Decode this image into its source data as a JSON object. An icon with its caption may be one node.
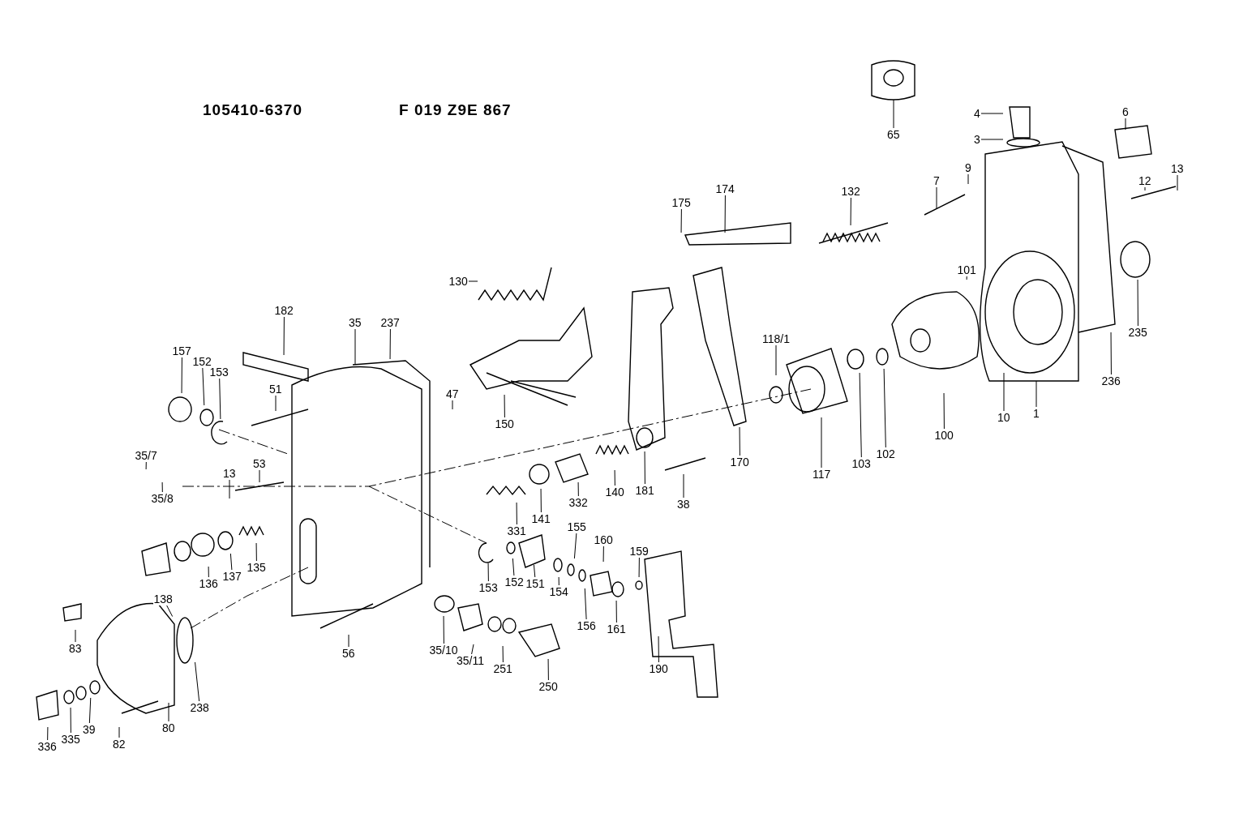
{
  "diagram": {
    "nodes": [
      {
        "text": [
          "65"
        ]
      },
      {
        "text": [
          "4"
        ]
      },
      {
        "text": [
          "3"
        ]
      },
      {
        "text": [
          "6"
        ]
      },
      {
        "text": [
          "7"
        ]
      },
      {
        "text": [
          "9"
        ]
      },
      {
        "text": [
          "12"
        ]
      },
      {
        "text": [
          "13"
        ]
      },
      {
        "text": [
          "175"
        ]
      },
      {
        "text": [
          "174"
        ]
      },
      {
        "text": [
          "132"
        ]
      },
      {
        "text": [
          "130"
        ]
      },
      {
        "text": [
          "101"
        ]
      },
      {
        "text": [
          "235"
        ]
      },
      {
        "text": [
          "236"
        ]
      },
      {
        "text": [
          "10"
        ]
      },
      {
        "text": [
          "1"
        ]
      },
      {
        "text": [
          "100"
        ]
      },
      {
        "text": [
          "102"
        ]
      },
      {
        "text": [
          "103"
        ]
      },
      {
        "text": [
          "117"
        ]
      },
      {
        "text": [
          "118/1"
        ]
      },
      {
        "text": [
          "170"
        ]
      },
      {
        "text": [
          "181"
        ]
      },
      {
        "text": [
          "38"
        ]
      },
      {
        "text": [
          "140"
        ]
      },
      {
        "text": [
          "332"
        ]
      },
      {
        "text": [
          "141"
        ]
      },
      {
        "text": [
          "331"
        ]
      },
      {
        "text": [
          "150"
        ]
      },
      {
        "text": [
          "182"
        ]
      },
      {
        "text": [
          "35"
        ]
      },
      {
        "text": [
          "237"
        ]
      },
      {
        "text": [
          "47"
        ]
      },
      {
        "text": [
          "157"
        ]
      },
      {
        "text": [
          "152"
        ]
      },
      {
        "text": [
          "153"
        ]
      },
      {
        "text": [
          "51"
        ]
      },
      {
        "text": [
          "35/7"
        ]
      },
      {
        "text": [
          "35/8"
        ]
      },
      {
        "text": [
          "13"
        ]
      },
      {
        "text": [
          "53"
        ]
      },
      {
        "text": [
          "136"
        ]
      },
      {
        "text": [
          "137"
        ]
      },
      {
        "text": [
          "135"
        ]
      },
      {
        "text": [
          "138"
        ]
      },
      {
        "text": [
          "83"
        ]
      },
      {
        "text": [
          "336"
        ]
      },
      {
        "text": [
          "335"
        ]
      },
      {
        "text": [
          "39"
        ]
      },
      {
        "text": [
          "82"
        ]
      },
      {
        "text": [
          "80"
        ]
      },
      {
        "text": [
          "238"
        ]
      },
      {
        "text": [
          "56"
        ]
      },
      {
        "text": [
          "35/10"
        ]
      },
      {
        "text": [
          "35/11"
        ]
      },
      {
        "text": [
          "251"
        ]
      },
      {
        "text": [
          "250"
        ]
      },
      {
        "text": [
          "153"
        ]
      },
      {
        "text": [
          "152"
        ]
      },
      {
        "text": [
          "151"
        ]
      },
      {
        "text": [
          "154"
        ]
      },
      {
        "text": [
          "155"
        ]
      },
      {
        "text": [
          "156"
        ]
      },
      {
        "text": [
          "160"
        ]
      },
      {
        "text": [
          "161"
        ]
      },
      {
        "text": [
          "159"
        ]
      },
      {
        "text": [
          "190"
        ]
      }
    ],
    "edges": [
      {
        "from": 0,
        "to": null,
        "arrow": "none"
      },
      {
        "from": 1,
        "to": null,
        "arrow": "none"
      },
      {
        "from": 2,
        "to": null,
        "arrow": "none"
      },
      {
        "from": 3,
        "to": null,
        "arrow": "none"
      },
      {
        "from": 4,
        "to": null,
        "arrow": "none"
      },
      {
        "from": 5,
        "to": null,
        "arrow": "none"
      },
      {
        "from": 6,
        "to": null,
        "arrow": "none"
      },
      {
        "from": 7,
        "to": null,
        "arrow": "none"
      },
      {
        "from": 8,
        "to": null,
        "arrow": "none"
      },
      {
        "from": 9,
        "to": null,
        "arrow": "none"
      },
      {
        "from": 10,
        "to": null,
        "arrow": "none"
      },
      {
        "from": 11,
        "to": null,
        "arrow": "none"
      },
      {
        "from": 12,
        "to": null,
        "arrow": "none"
      },
      {
        "from": 13,
        "to": null,
        "arrow": "none"
      },
      {
        "from": 14,
        "to": null,
        "arrow": "none"
      },
      {
        "from": 15,
        "to": null,
        "arrow": "none"
      },
      {
        "from": 16,
        "to": null,
        "arrow": "none"
      },
      {
        "from": 17,
        "to": null,
        "arrow": "none"
      },
      {
        "from": 18,
        "to": null,
        "arrow": "none"
      },
      {
        "from": 19,
        "to": null,
        "arrow": "none"
      },
      {
        "from": 20,
        "to": null,
        "arrow": "none"
      },
      {
        "from": 21,
        "to": null,
        "arrow": "none"
      },
      {
        "from": 22,
        "to": null,
        "arrow": "none"
      },
      {
        "from": 23,
        "to": null,
        "arrow": "none"
      },
      {
        "from": 24,
        "to": null,
        "arrow": "none"
      },
      {
        "from": 25,
        "to": null,
        "arrow": "none"
      },
      {
        "from": 26,
        "to": null,
        "arrow": "none"
      },
      {
        "from": 27,
        "to": null,
        "arrow": "none"
      },
      {
        "from": 28,
        "to": null,
        "arrow": "none"
      },
      {
        "from": 29,
        "to": null,
        "arrow": "none"
      },
      {
        "from": 30,
        "to": null,
        "arrow": "none"
      },
      {
        "from": 31,
        "to": null,
        "arrow": "none"
      },
      {
        "from": 32,
        "to": null,
        "arrow": "none"
      },
      {
        "from": 33,
        "to": null,
        "arrow": "none"
      },
      {
        "from": 34,
        "to": null,
        "arrow": "none"
      },
      {
        "from": 35,
        "to": null,
        "arrow": "none"
      },
      {
        "from": 36,
        "to": null,
        "arrow": "none"
      },
      {
        "from": 37,
        "to": null,
        "arrow": "none"
      },
      {
        "from": 38,
        "to": null,
        "arrow": "none"
      },
      {
        "from": 39,
        "to": null,
        "arrow": "none"
      },
      {
        "from": 40,
        "to": null,
        "arrow": "none"
      },
      {
        "from": 41,
        "to": null,
        "arrow": "none"
      },
      {
        "from": 42,
        "to": null,
        "arrow": "none"
      },
      {
        "from": 43,
        "to": null,
        "arrow": "none"
      },
      {
        "from": 44,
        "to": null,
        "arrow": "none"
      },
      {
        "from": 45,
        "to": null,
        "arrow": "none"
      },
      {
        "from": 46,
        "to": null,
        "arrow": "none"
      },
      {
        "from": 47,
        "to": null,
        "arrow": "none"
      },
      {
        "from": 48,
        "to": null,
        "arrow": "none"
      },
      {
        "from": 49,
        "to": null,
        "arrow": "none"
      },
      {
        "from": 50,
        "to": null,
        "arrow": "none"
      },
      {
        "from": 51,
        "to": null,
        "arrow": "none"
      },
      {
        "from": 52,
        "to": null,
        "arrow": "none"
      },
      {
        "from": 53,
        "to": null,
        "arrow": "none"
      },
      {
        "from": 54,
        "to": null,
        "arrow": "none"
      },
      {
        "from": 55,
        "to": null,
        "arrow": "none"
      },
      {
        "from": 56,
        "to": null,
        "arrow": "none"
      },
      {
        "from": 57,
        "to": null,
        "arrow": "none"
      },
      {
        "from": 58,
        "to": null,
        "arrow": "none"
      },
      {
        "from": 59,
        "to": null,
        "arrow": "none"
      },
      {
        "from": 60,
        "to": null,
        "arrow": "none"
      },
      {
        "from": 61,
        "to": null,
        "arrow": "none"
      },
      {
        "from": 62,
        "to": null,
        "arrow": "none"
      },
      {
        "from": 63,
        "to": null,
        "arrow": "none"
      },
      {
        "from": 64,
        "to": null,
        "arrow": "none"
      },
      {
        "from": 65,
        "to": null,
        "arrow": "none"
      },
      {
        "from": 66,
        "to": null,
        "arrow": "none"
      },
      {
        "from": 67,
        "to": null,
        "arrow": "none"
      }
    ],
    "labels": [
      "105410-6370",
      "F 019 Z9E 867"
    ]
  }
}
